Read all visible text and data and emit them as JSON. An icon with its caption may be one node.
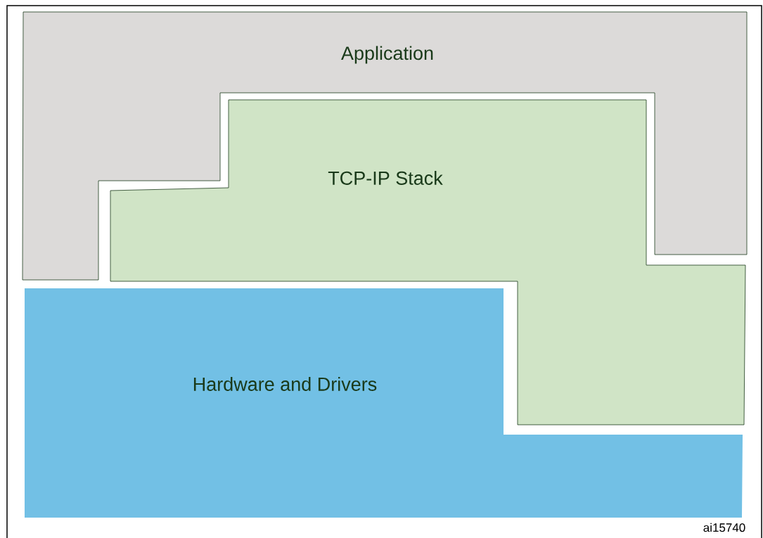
{
  "diagram": {
    "nodes": [
      {
        "text": [
          "Application"
        ]
      },
      {
        "text": [
          "TCP-IP Stack"
        ]
      },
      {
        "text": [
          "Hardware and Drivers"
        ]
      }
    ],
    "labels": [
      "ai15740"
    ]
  }
}
